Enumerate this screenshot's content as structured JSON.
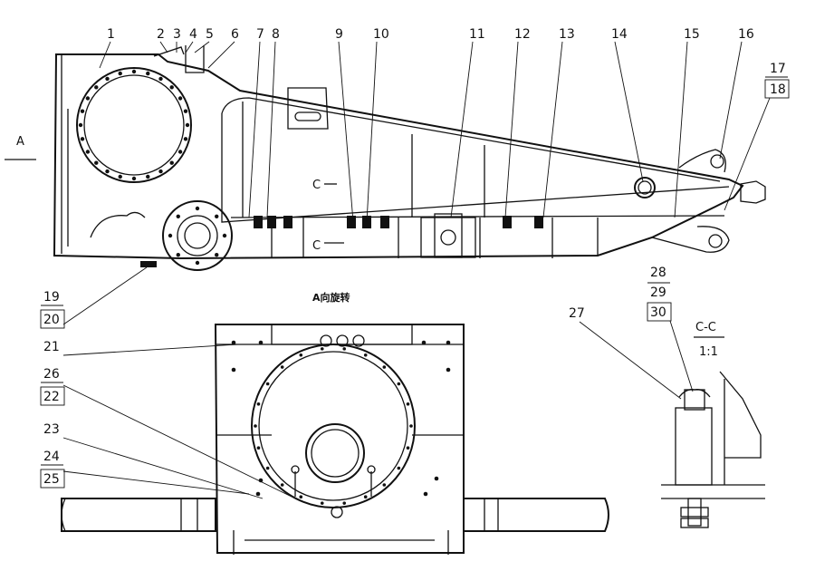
{
  "title": "A向旋转",
  "view_arrow": "A",
  "section_marks": [
    "C",
    "C"
  ],
  "section_title": "C-C",
  "section_scale": "1:1",
  "callouts": [
    "1",
    "2",
    "3",
    "4",
    "5",
    "6",
    "7",
    "8",
    "9",
    "10",
    "11",
    "12",
    "13",
    "14",
    "15",
    "16",
    "17",
    "18",
    "19",
    "20",
    "21",
    "22",
    "23",
    "24",
    "25",
    "26",
    "27",
    "28",
    "29",
    "30"
  ]
}
